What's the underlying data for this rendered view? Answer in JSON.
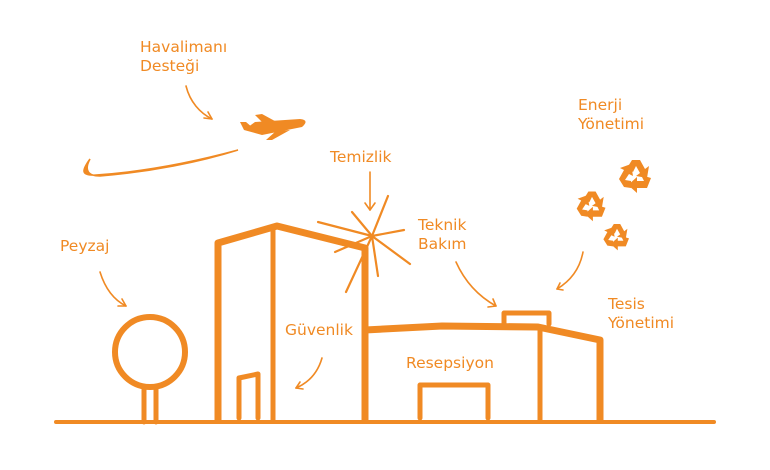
{
  "colors": {
    "accent": "#f08a24"
  },
  "labels": {
    "havalimani": [
      "Havalimanı",
      "Desteği"
    ],
    "temizlik": "Temizlik",
    "enerji": [
      "Enerji",
      "Yönetimi"
    ],
    "teknik": [
      "Teknik",
      "Bakım"
    ],
    "peyzaj": "Peyzaj",
    "guvenlik": "Güvenlik",
    "resepsiyon": "Resepsiyon",
    "tesis": [
      "Tesis",
      "Yönetimi"
    ]
  },
  "icons": [
    "airplane-icon",
    "sparkle-icon",
    "recycle-icon",
    "tree-icon",
    "building-icon"
  ]
}
